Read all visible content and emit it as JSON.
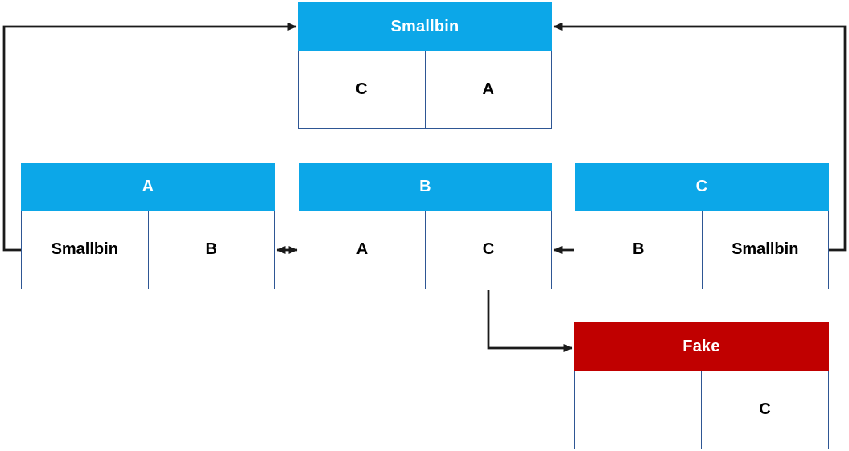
{
  "diagram": {
    "colors": {
      "bin_header": "#0ca7e8",
      "fake_header": "#c00000",
      "border": "#2e5694",
      "arrow": "#1a1a1a",
      "header_text": "#ffffff",
      "cell_text": "#000000"
    },
    "nodes": {
      "smallbin": {
        "title": "Smallbin",
        "header_color": "#0ca7e8",
        "cells": [
          "C",
          "A"
        ]
      },
      "a": {
        "title": "A",
        "header_color": "#0ca7e8",
        "cells": [
          "Smallbin",
          "B"
        ]
      },
      "b": {
        "title": "B",
        "header_color": "#0ca7e8",
        "cells": [
          "A",
          "C"
        ]
      },
      "c": {
        "title": "C",
        "header_color": "#0ca7e8",
        "cells": [
          "B",
          "Smallbin"
        ]
      },
      "fake": {
        "title": "Fake",
        "header_color": "#c00000",
        "cells": [
          "",
          "C"
        ]
      }
    },
    "edges": [
      {
        "name": "a-to-smallbin",
        "from": "A.Smallbin-cell",
        "to": "Smallbin",
        "arrow": "single"
      },
      {
        "name": "c-to-smallbin",
        "from": "C.Smallbin-cell",
        "to": "Smallbin",
        "arrow": "single"
      },
      {
        "name": "a-b-link",
        "from": "A",
        "to": "B",
        "arrow": "double"
      },
      {
        "name": "c-to-b",
        "from": "C",
        "to": "B",
        "arrow": "single"
      },
      {
        "name": "b-c-cell-to-fake",
        "from": "B.C-cell",
        "to": "Fake",
        "arrow": "single"
      }
    ]
  }
}
